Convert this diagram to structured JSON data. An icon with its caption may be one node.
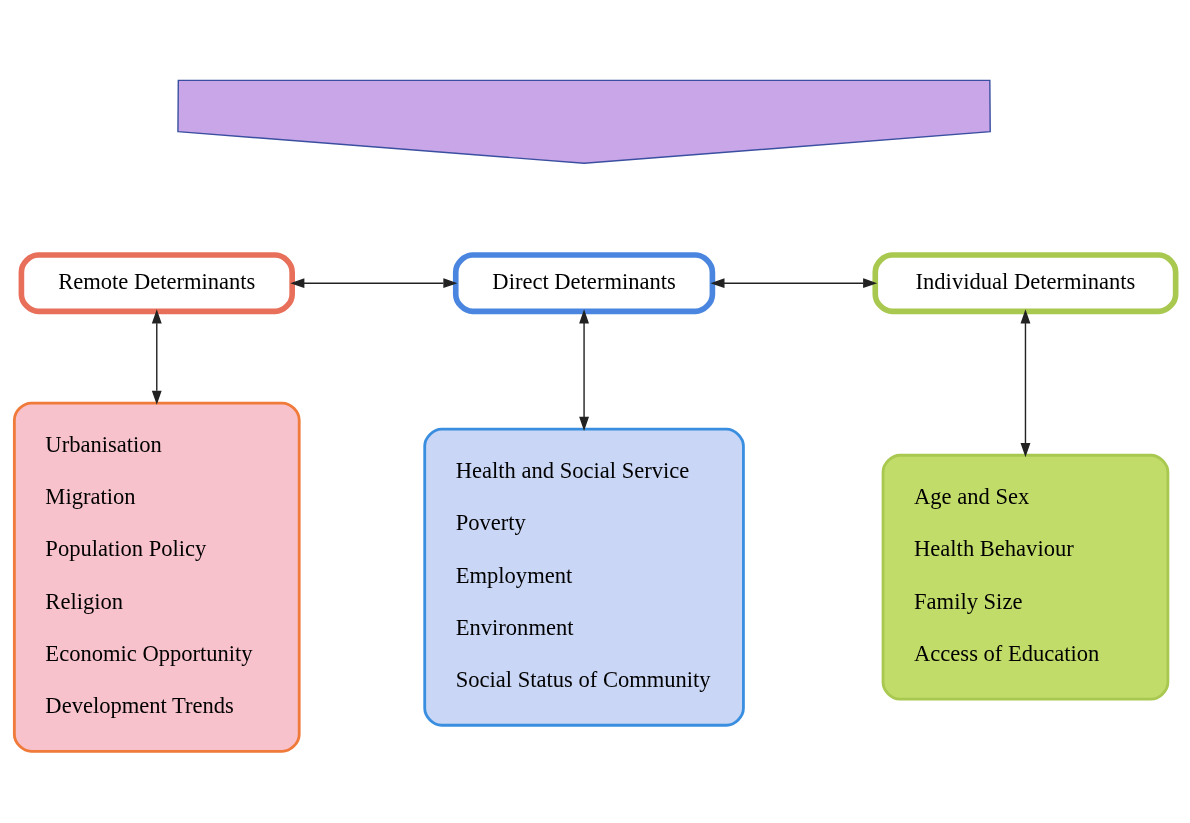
{
  "diagram": {
    "nodes": [
      {
        "text": [],
        "shape": "arrow"
      },
      {
        "text": [
          "Remote Determinants"
        ]
      },
      {
        "text": [
          "Direct Determinants"
        ]
      },
      {
        "text": [
          "Individual Determinants"
        ]
      },
      {
        "text": [
          "Urbanisation",
          "Migration",
          "Population Policy",
          "Religion",
          "Economic Opportunity",
          "Development Trends"
        ]
      },
      {
        "text": [
          "Health and Social Service",
          "Poverty",
          "Employment",
          "Environment",
          "Social Status of Community"
        ]
      },
      {
        "text": [
          "Age and Sex",
          "Health Behaviour",
          "Family Size",
          "Access of Education"
        ]
      }
    ],
    "edges": [
      {
        "from": 1,
        "to": 2,
        "arrow": "both"
      },
      {
        "from": 2,
        "to": 3,
        "arrow": "both"
      },
      {
        "from": 1,
        "to": 4,
        "arrow": "both"
      },
      {
        "from": 2,
        "to": 5,
        "arrow": "both"
      },
      {
        "from": 3,
        "to": 6,
        "arrow": "both"
      }
    ]
  }
}
